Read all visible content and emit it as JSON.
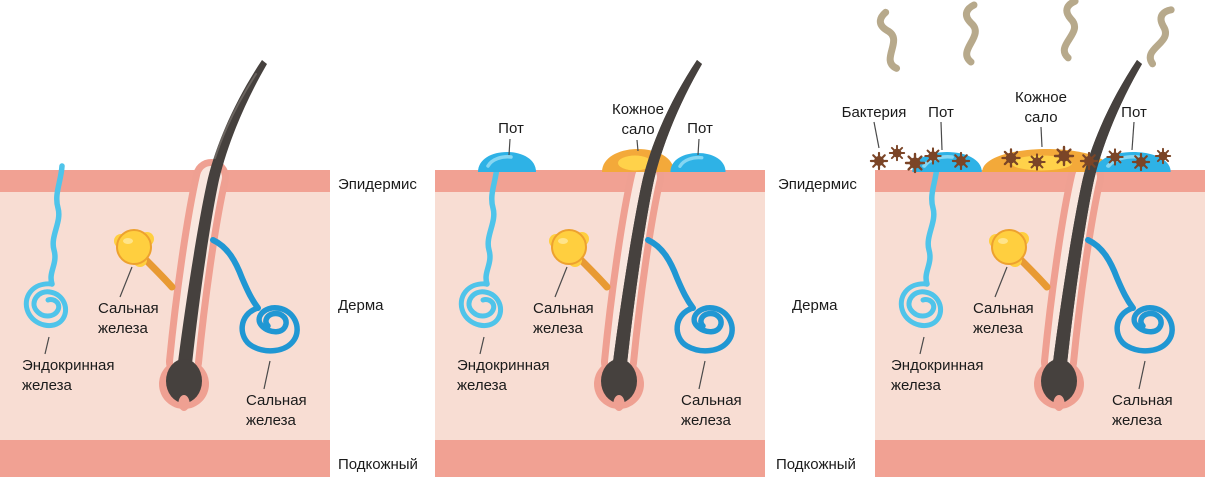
{
  "diagram_title": "",
  "layer_columns": [
    {
      "epidermis": "Эпидермис",
      "derma": "Дерма",
      "subcutaneous": "Подкожный"
    },
    {
      "epidermis": "Эпидермис",
      "derma": "Дерма",
      "subcutaneous": "Подкожный"
    }
  ],
  "panels": [
    {
      "id": "normal-skin",
      "gland_labels": {
        "sebaceous": "Сальная железа",
        "endocrine": "Эндокринная железа",
        "apocrine": "Сальная железа"
      }
    },
    {
      "id": "sweating-skin",
      "surface_labels": {
        "sweat_left": "Пот",
        "sebum": "Кожное сало",
        "sweat_right": "Пот"
      },
      "gland_labels": {
        "sebaceous": "Сальная железа",
        "endocrine": "Эндокринная железа",
        "apocrine": "Сальная железа"
      }
    },
    {
      "id": "bacteria-odor-skin",
      "surface_labels": {
        "bacteria": "Бактерия",
        "sweat_left": "Пот",
        "sebum": "Кожное сало",
        "sweat_right": "Пот"
      },
      "gland_labels": {
        "sebaceous": "Сальная железа",
        "endocrine": "Эндокринная железа",
        "apocrine": "Сальная железа"
      }
    }
  ],
  "colors": {
    "epidermis_band": "#f1a193",
    "dermis": "#f8ddd3",
    "subcutaneous_band": "#f1a193",
    "hair": "#46413e",
    "follicle_sheath": "#efa092",
    "sebaceous_gland": "#ffcf3f",
    "sebaceous_outline": "#eda12f",
    "eccrine_gland": "#4fc4ea",
    "apocrine_gland": "#2097d3",
    "sweat_drop": "#2eb2e6",
    "sebum_drop": "#f3a93a",
    "bacteria": "#7b4527",
    "odor_wave": "#b7a98b",
    "label_text": "#1b1b1b"
  }
}
